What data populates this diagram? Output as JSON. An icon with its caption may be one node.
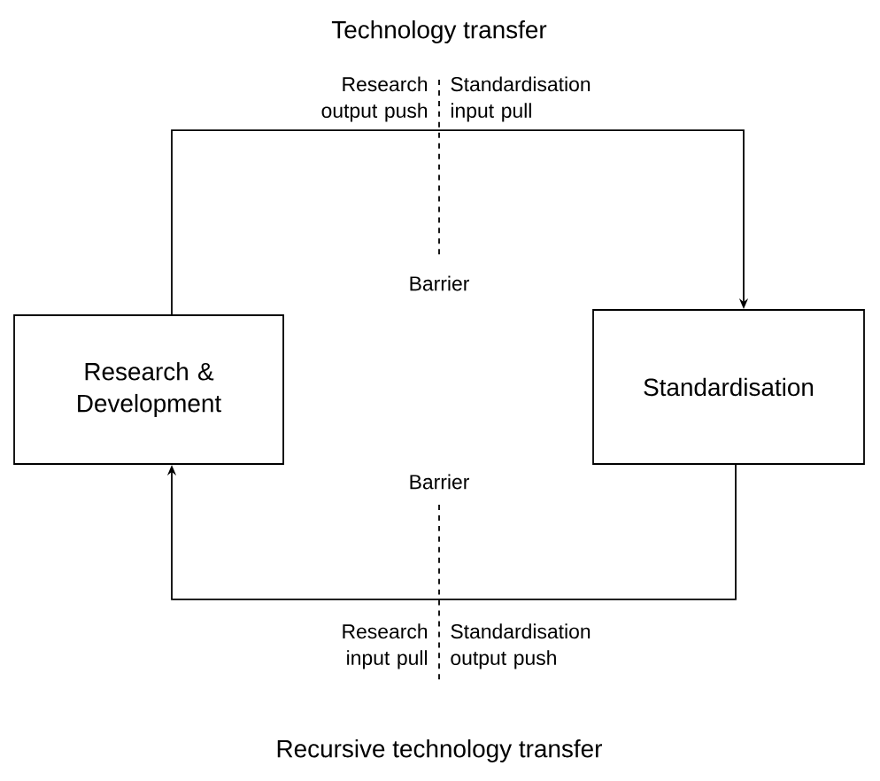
{
  "diagram": {
    "title": "Technology transfer",
    "caption": "Recursive technology transfer",
    "nodes": [
      {
        "text": [
          "Research & Development"
        ]
      },
      {
        "text": [
          "Standardisation"
        ]
      }
    ],
    "edges": [
      {
        "from": 0,
        "to": 1,
        "arrow": "to"
      },
      {
        "from": 1,
        "to": 0,
        "arrow": "to"
      }
    ],
    "labels": [
      "Research output push",
      "Standardisation input pull",
      "Barrier",
      "Barrier",
      "Research input pull",
      "Standardisation output push"
    ]
  }
}
